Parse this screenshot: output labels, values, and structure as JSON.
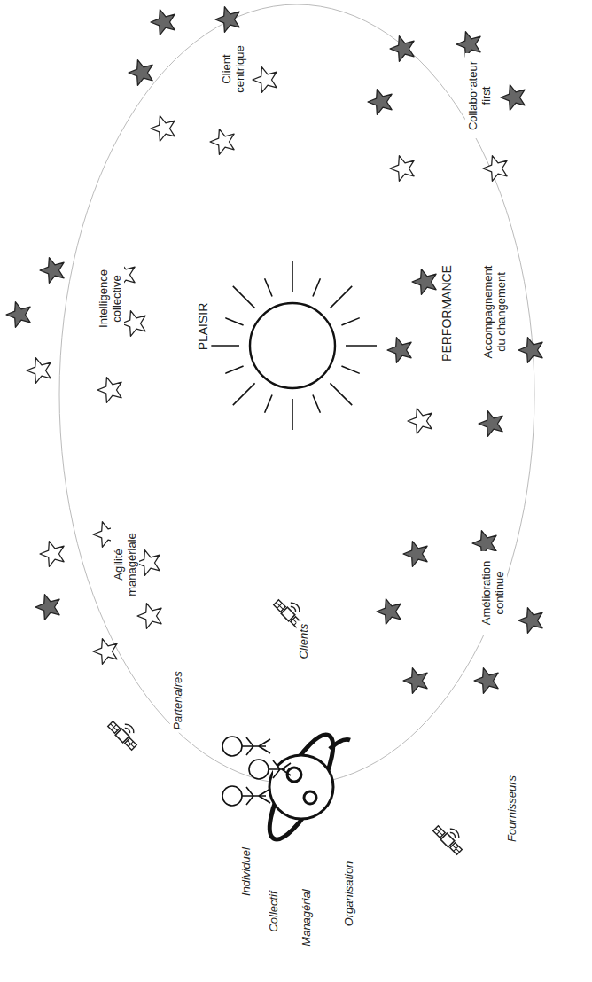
{
  "diagram": {
    "labels": [
      "Client centrique",
      "Collaborateur first",
      "Intelligence collective",
      "PLAISIR",
      "PERFORMANCE",
      "Accompagnement du changement",
      "Agilité managériale",
      "Amélioration continue",
      "Clients",
      "Partenaires",
      "Fournisseurs",
      "Individuel",
      "Collectif",
      "Managérial",
      "Organisation"
    ]
  }
}
